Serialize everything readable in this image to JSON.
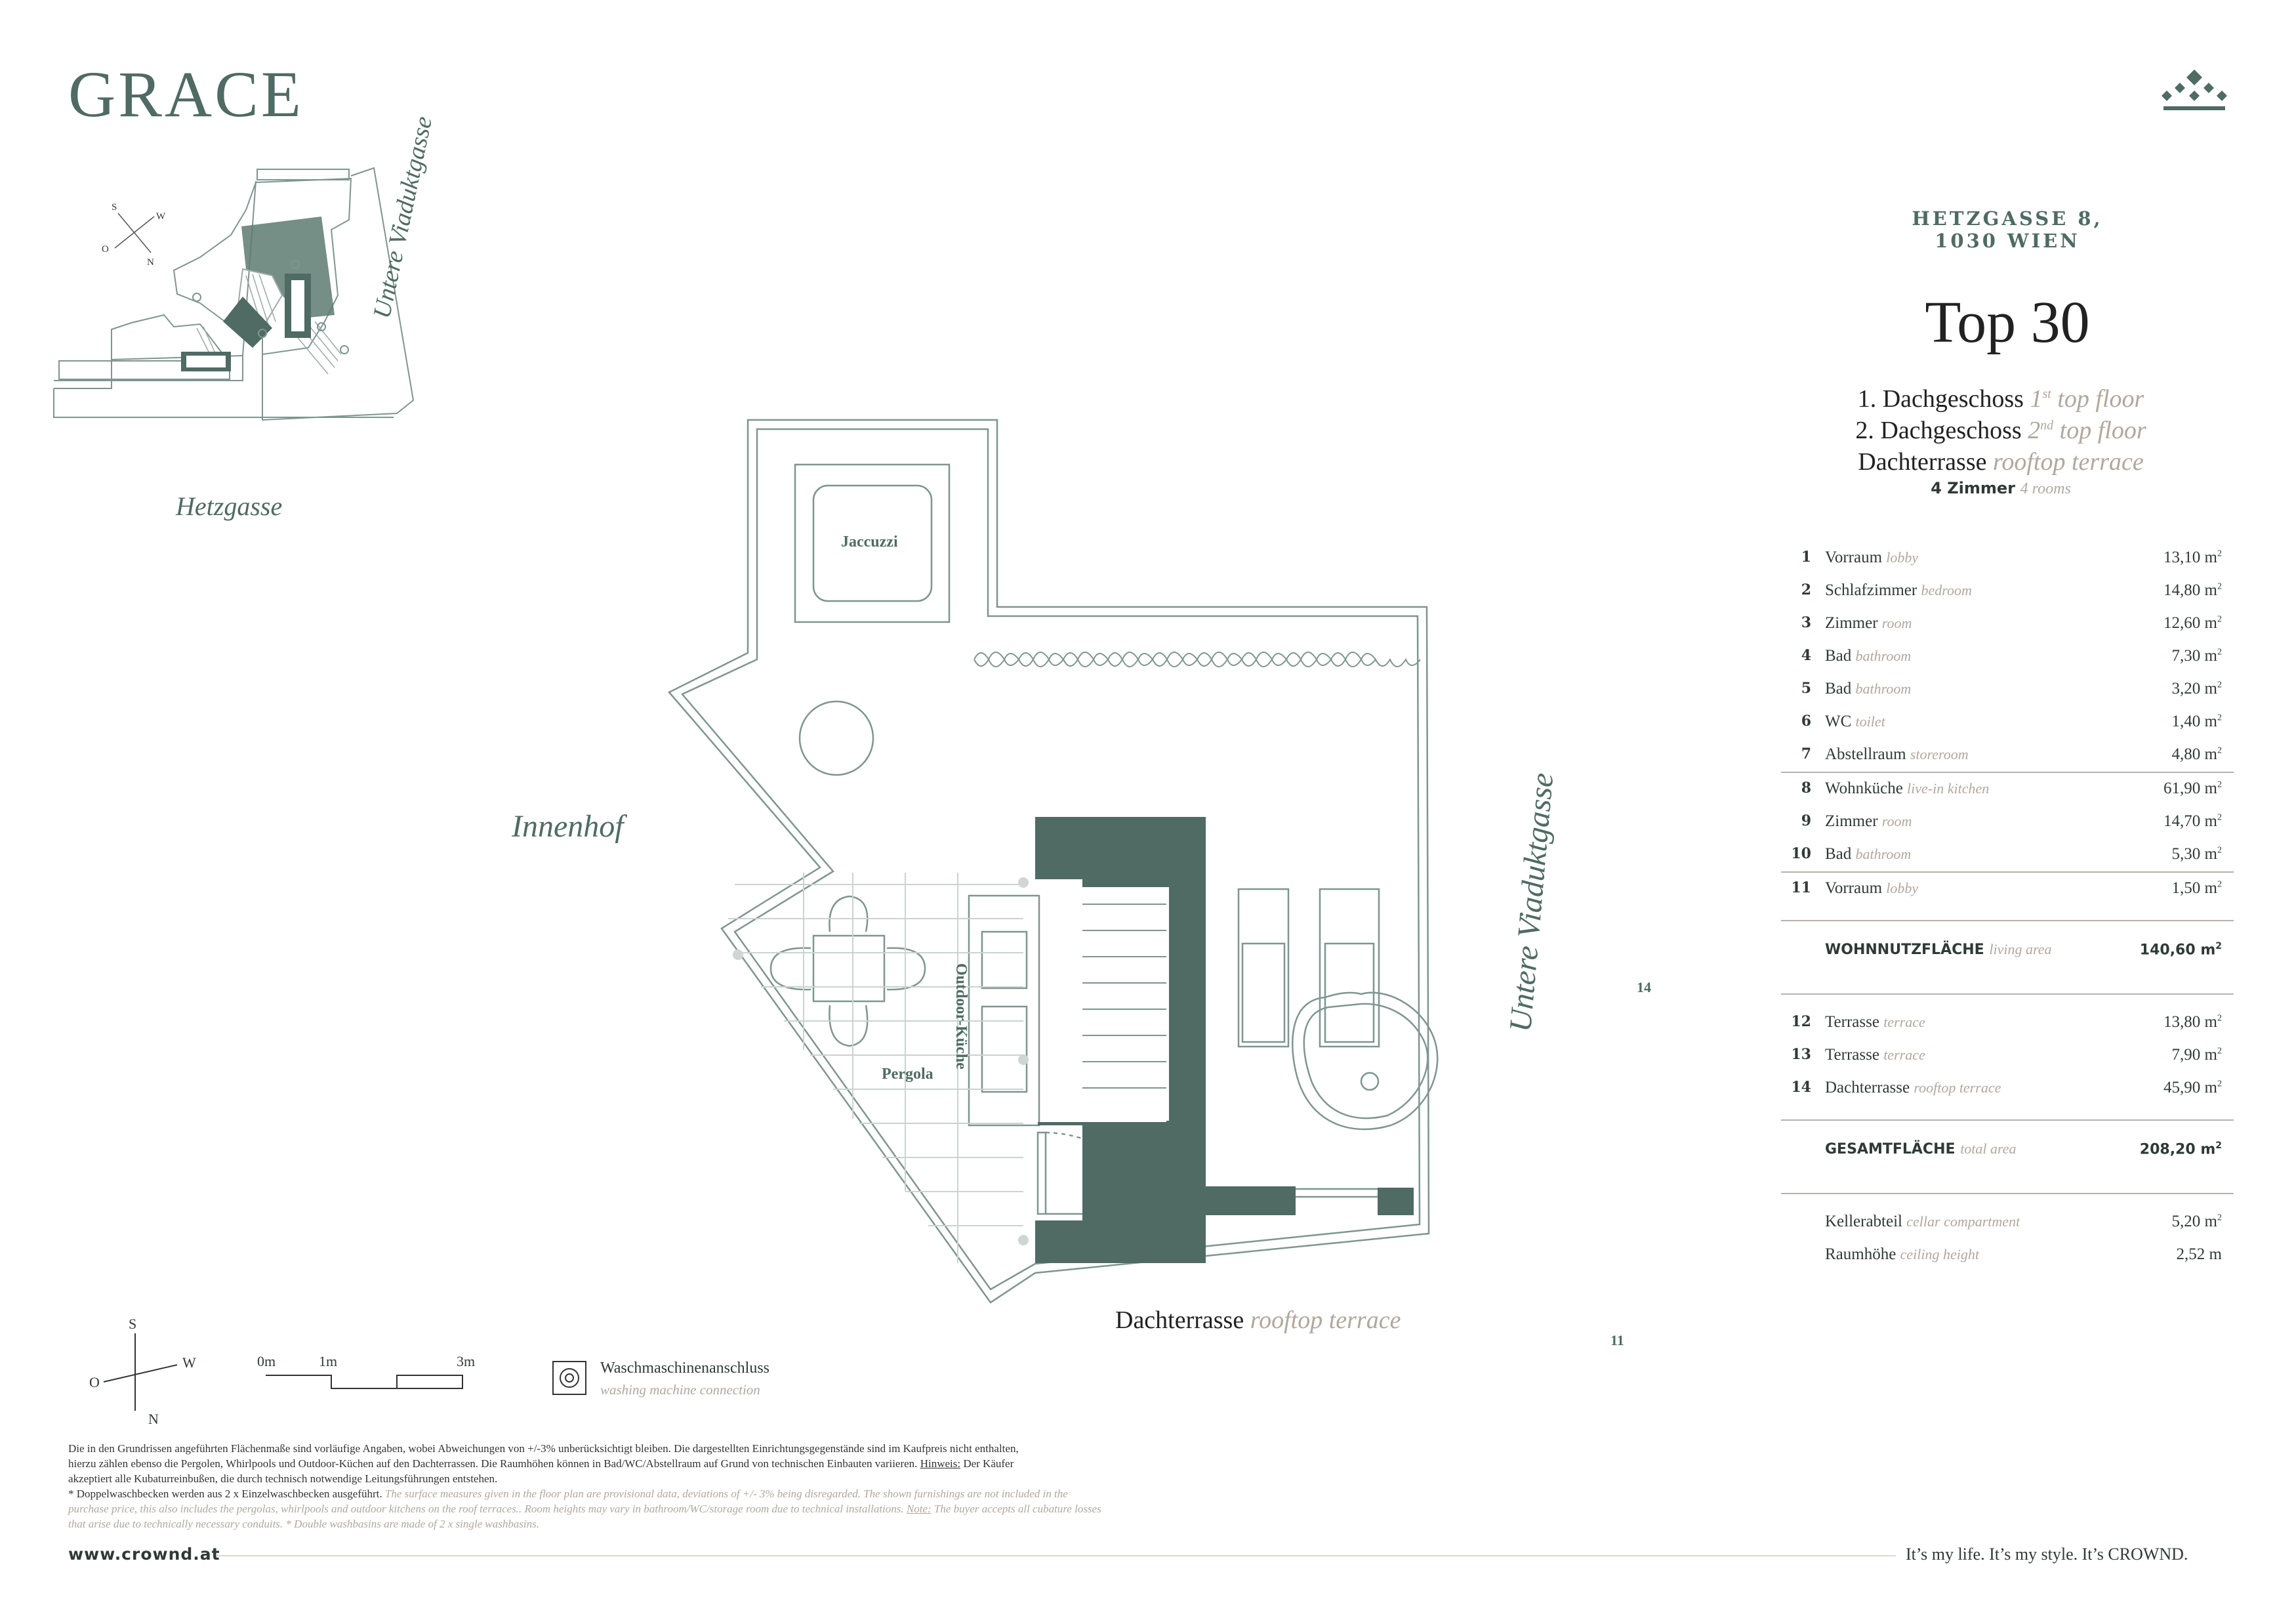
{
  "brand": "GRACE",
  "address": "HETZGASSE 8, 1030 WIEN",
  "title": "Top 30",
  "floors": [
    {
      "de": "1. Dachgeschoss",
      "en_pre": "1",
      "en_sup": "st",
      "en_post": " top floor"
    },
    {
      "de": "2. Dachgeschoss",
      "en_pre": "2",
      "en_sup": "nd",
      "en_post": " top floor"
    },
    {
      "de": "Dachterrasse",
      "en_pre": "rooftop terrace",
      "en_sup": "",
      "en_post": ""
    }
  ],
  "rooms_count": {
    "de": "4 Zimmer",
    "en": "4 rooms"
  },
  "rooms": [
    {
      "num": "1",
      "de": "Vorraum",
      "en": "lobby",
      "area": "13,10 m"
    },
    {
      "num": "2",
      "de": "Schlafzimmer",
      "en": "bedroom",
      "area": "14,80 m"
    },
    {
      "num": "3",
      "de": "Zimmer",
      "en": "room",
      "area": "12,60 m"
    },
    {
      "num": "4",
      "de": "Bad",
      "en": "bathroom",
      "area": "7,30 m"
    },
    {
      "num": "5",
      "de": "Bad",
      "en": "bathroom",
      "area": "3,20 m"
    },
    {
      "num": "6",
      "de": "WC",
      "en": "toilet",
      "area": "1,40 m"
    },
    {
      "num": "7",
      "de": "Abstellraum",
      "en": "storeroom",
      "area": "4,80 m"
    },
    {
      "num": "8",
      "de": "Wohnküche",
      "en": "live-in kitchen",
      "area": "61,90 m"
    },
    {
      "num": "9",
      "de": "Zimmer",
      "en": "room",
      "area": "14,70 m"
    },
    {
      "num": "10",
      "de": "Bad",
      "en": "bathroom",
      "area": "5,30 m"
    },
    {
      "num": "11",
      "de": "Vorraum",
      "en": "lobby",
      "area": "1,50 m"
    }
  ],
  "living_area": {
    "de": "WOHNNUTZFLÄCHE",
    "en": "living area",
    "value": "140,60 m"
  },
  "terraces": [
    {
      "num": "12",
      "de": "Terrasse",
      "en": "terrace",
      "area": "13,80 m"
    },
    {
      "num": "13",
      "de": "Terrasse",
      "en": "terrace",
      "area": "7,90 m"
    },
    {
      "num": "14",
      "de": "Dachterrasse",
      "en": "rooftop terrace",
      "area": "45,90 m"
    }
  ],
  "total_area": {
    "de": "GESAMTFLÄCHE",
    "en": "total area",
    "value": "208,20 m"
  },
  "extras": [
    {
      "de": "Kellerabteil",
      "en": "cellar compartment",
      "value": "5,20 m",
      "sup": "2"
    },
    {
      "de": "Raumhöhe",
      "en": "ceiling height",
      "value": "2,52 m",
      "sup": ""
    }
  ],
  "sup2": "2",
  "plan": {
    "innenhof": "Innenhof",
    "hetzgasse": "Hetzgasse",
    "street": "Untere Viaduktgasse",
    "jacuzzi": "Jaccuzzi",
    "pergola": "Pergola",
    "outdoor_kitchen": "Outdoor-Küche",
    "roof_de": "Dachterrasse",
    "roof_en": "rooftop terrace",
    "ref_14": "14",
    "ref_11": "11"
  },
  "compass": {
    "s": "S",
    "w": "W",
    "o": "O",
    "n": "N"
  },
  "scale": {
    "zero": "0m",
    "one": "1m",
    "three": "3m"
  },
  "legend": {
    "de": "Waschmaschinenanschluss",
    "en": "washing machine connection"
  },
  "disclaimer": {
    "de1": "Die in den Grundrissen angeführten Flächenmaße sind vorläufige Angaben, wobei Abweichungen von +/-3% unberücksichtigt bleiben. Die dargestellten Einrichtungsgegenstände sind im Kaufpreis nicht enthalten,",
    "de2": "hierzu zählen ebenso die Pergolen, Whirlpools und Outdoor-Küchen auf den Dachterrassen. Die Raumhöhen können in Bad/WC/Abstellraum auf Grund von technischen Einbauten variieren.",
    "hint": "Hinweis:",
    "de3": " Der Käufer",
    "de4": "akzeptiert alle Kubaturreinbußen, die durch technisch notwendige Leitungsführungen entstehen.",
    "de5": "* Doppelwaschbecken werden aus 2 x Einzelwaschbecken ausgeführt.",
    "en1": " The surface measures given in the floor plan are provisional data, deviations of +/- 3% being disregarded. The shown furnishings are not included in the",
    "en2": "purchase price, this also includes the pergolas, whirlpools and outdoor kitchens on the roof terraces.. Room heights may vary in bathroom/WC/storage room due to technical installations.",
    "note": "Note:",
    "en3": " The buyer accepts all cubature losses",
    "en4": "that arise due to technically necessary conduits. * Double washbasins are made of 2 x single washbasins."
  },
  "footer": {
    "web": "www.crownd.at",
    "slogan": "It’s my life. It’s my style. It’s CROWND."
  },
  "colors": {
    "accent": "#4f6b63",
    "muted": "#b1a79c",
    "line": "#7f9590"
  }
}
